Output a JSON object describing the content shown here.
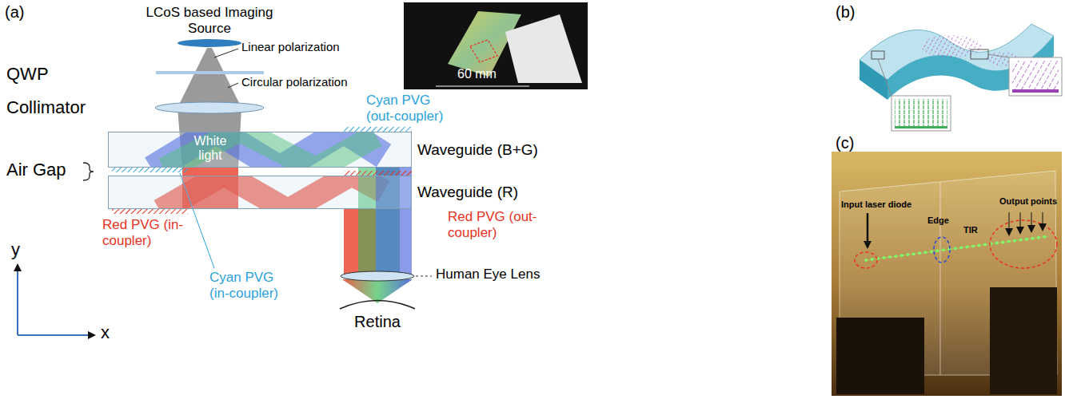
{
  "diagram": {
    "nodes": [
      {
        "text": [
          "Waveguide (B+G)"
        ]
      },
      {
        "text": [
          "Waveguide (R)"
        ]
      }
    ],
    "labels": [
      "(a)",
      "LCoS based Imaging Source",
      "QWP",
      "Linear polarization",
      "Circular polarization",
      "Collimator",
      "White light",
      "60 mm",
      "Cyan PVG (out-coupler)",
      "Air Gap",
      "Red PVG (in-coupler)",
      "Cyan PVG (in-coupler)",
      "Red PVG (out-coupler)",
      "Human Eye Lens",
      "Retina",
      "y",
      "x",
      "(b)",
      "(c)",
      "Input laser diode",
      "Edge",
      "TIR",
      "Output points"
    ]
  }
}
